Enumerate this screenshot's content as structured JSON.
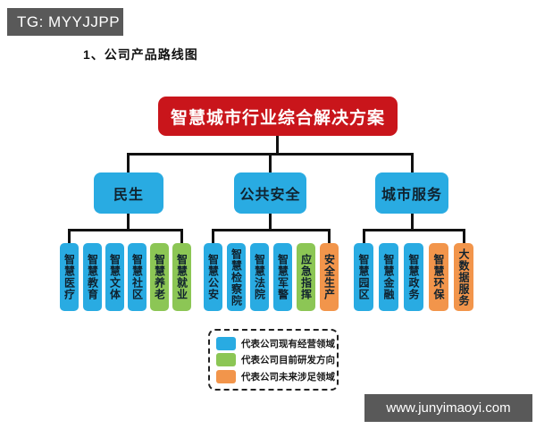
{
  "watermarks": {
    "top_left": "TG: MYYJJPP",
    "bottom_right": "www.junyimaoyi.com"
  },
  "heading": "1、公司产品路线图",
  "colors": {
    "root_red": "#C9151B",
    "current_blue": "#29ABE2",
    "rnd_green": "#8CC655",
    "future_orange": "#F2954B",
    "banner_gray": "#595959",
    "connector_black": "#111111"
  },
  "tree": {
    "root": "智慧城市行业综合解决方案",
    "groups": [
      {
        "label": "民生",
        "children": [
          {
            "label": "智慧医疗",
            "type": "current"
          },
          {
            "label": "智慧教育",
            "type": "current"
          },
          {
            "label": "智慧文体",
            "type": "current"
          },
          {
            "label": "智慧社区",
            "type": "current"
          },
          {
            "label": "智慧养老",
            "type": "rnd"
          },
          {
            "label": "智慧就业",
            "type": "rnd"
          }
        ]
      },
      {
        "label": "公共安全",
        "children": [
          {
            "label": "智慧公安",
            "type": "current"
          },
          {
            "label": "智慧检察院",
            "type": "current"
          },
          {
            "label": "智慧法院",
            "type": "current"
          },
          {
            "label": "智慧军警",
            "type": "current"
          },
          {
            "label": "应急指挥",
            "type": "rnd"
          },
          {
            "label": "安全生产",
            "type": "future"
          }
        ]
      },
      {
        "label": "城市服务",
        "children": [
          {
            "label": "智慧园区",
            "type": "current"
          },
          {
            "label": "智慧金融",
            "type": "current"
          },
          {
            "label": "智慧政务",
            "type": "current"
          },
          {
            "label": "智慧环保",
            "type": "future"
          },
          {
            "label": "大数据服务",
            "type": "future"
          }
        ]
      }
    ]
  },
  "legend": {
    "items": [
      {
        "label": "代表公司现有经营领域",
        "color": "#29ABE2",
        "type": "current"
      },
      {
        "label": "代表公司目前研发方向",
        "color": "#8CC655",
        "type": "rnd"
      },
      {
        "label": "代表公司未来涉足领域",
        "color": "#F2954B",
        "type": "future"
      }
    ]
  }
}
